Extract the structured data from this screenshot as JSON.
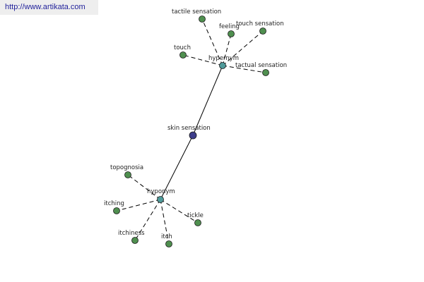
{
  "watermark": {
    "text": "http://www.artikata.com"
  },
  "colors": {
    "leaf": "#4f8f4f",
    "relation": "#4f9a9a",
    "center": "#3d3d8a"
  },
  "graph": {
    "nodes": [
      {
        "id": "skin-sensation",
        "label": "skin sensation",
        "kind": "center"
      },
      {
        "id": "hypernym",
        "label": "hypernym",
        "kind": "relation"
      },
      {
        "id": "hyponym",
        "label": "hyponym",
        "kind": "relation"
      },
      {
        "id": "tactile-sensation",
        "label": "tactile sensation",
        "kind": "leaf"
      },
      {
        "id": "feeling",
        "label": "feeling",
        "kind": "leaf"
      },
      {
        "id": "touch-sensation",
        "label": "touch sensation",
        "kind": "leaf"
      },
      {
        "id": "touch",
        "label": "touch",
        "kind": "leaf"
      },
      {
        "id": "tactual-sensation",
        "label": "tactual sensation",
        "kind": "leaf"
      },
      {
        "id": "topognosia",
        "label": "topognosia",
        "kind": "leaf"
      },
      {
        "id": "itching",
        "label": "itching",
        "kind": "leaf"
      },
      {
        "id": "itchiness",
        "label": "itchiness",
        "kind": "leaf"
      },
      {
        "id": "itch",
        "label": "itch",
        "kind": "leaf"
      },
      {
        "id": "tickle",
        "label": "tickle",
        "kind": "leaf"
      }
    ],
    "edges": [
      {
        "from": "skin-sensation",
        "to": "hypernym",
        "style": "solid"
      },
      {
        "from": "skin-sensation",
        "to": "hyponym",
        "style": "solid"
      },
      {
        "from": "hypernym",
        "to": "tactile-sensation",
        "style": "dashed"
      },
      {
        "from": "hypernym",
        "to": "feeling",
        "style": "dashed"
      },
      {
        "from": "hypernym",
        "to": "touch-sensation",
        "style": "dashed"
      },
      {
        "from": "hypernym",
        "to": "touch",
        "style": "dashed"
      },
      {
        "from": "hypernym",
        "to": "tactual-sensation",
        "style": "dashed"
      },
      {
        "from": "hyponym",
        "to": "topognosia",
        "style": "dashed"
      },
      {
        "from": "hyponym",
        "to": "itching",
        "style": "dashed"
      },
      {
        "from": "hyponym",
        "to": "itchiness",
        "style": "dashed"
      },
      {
        "from": "hyponym",
        "to": "itch",
        "style": "dashed"
      },
      {
        "from": "hyponym",
        "to": "tickle",
        "style": "dashed"
      }
    ]
  }
}
